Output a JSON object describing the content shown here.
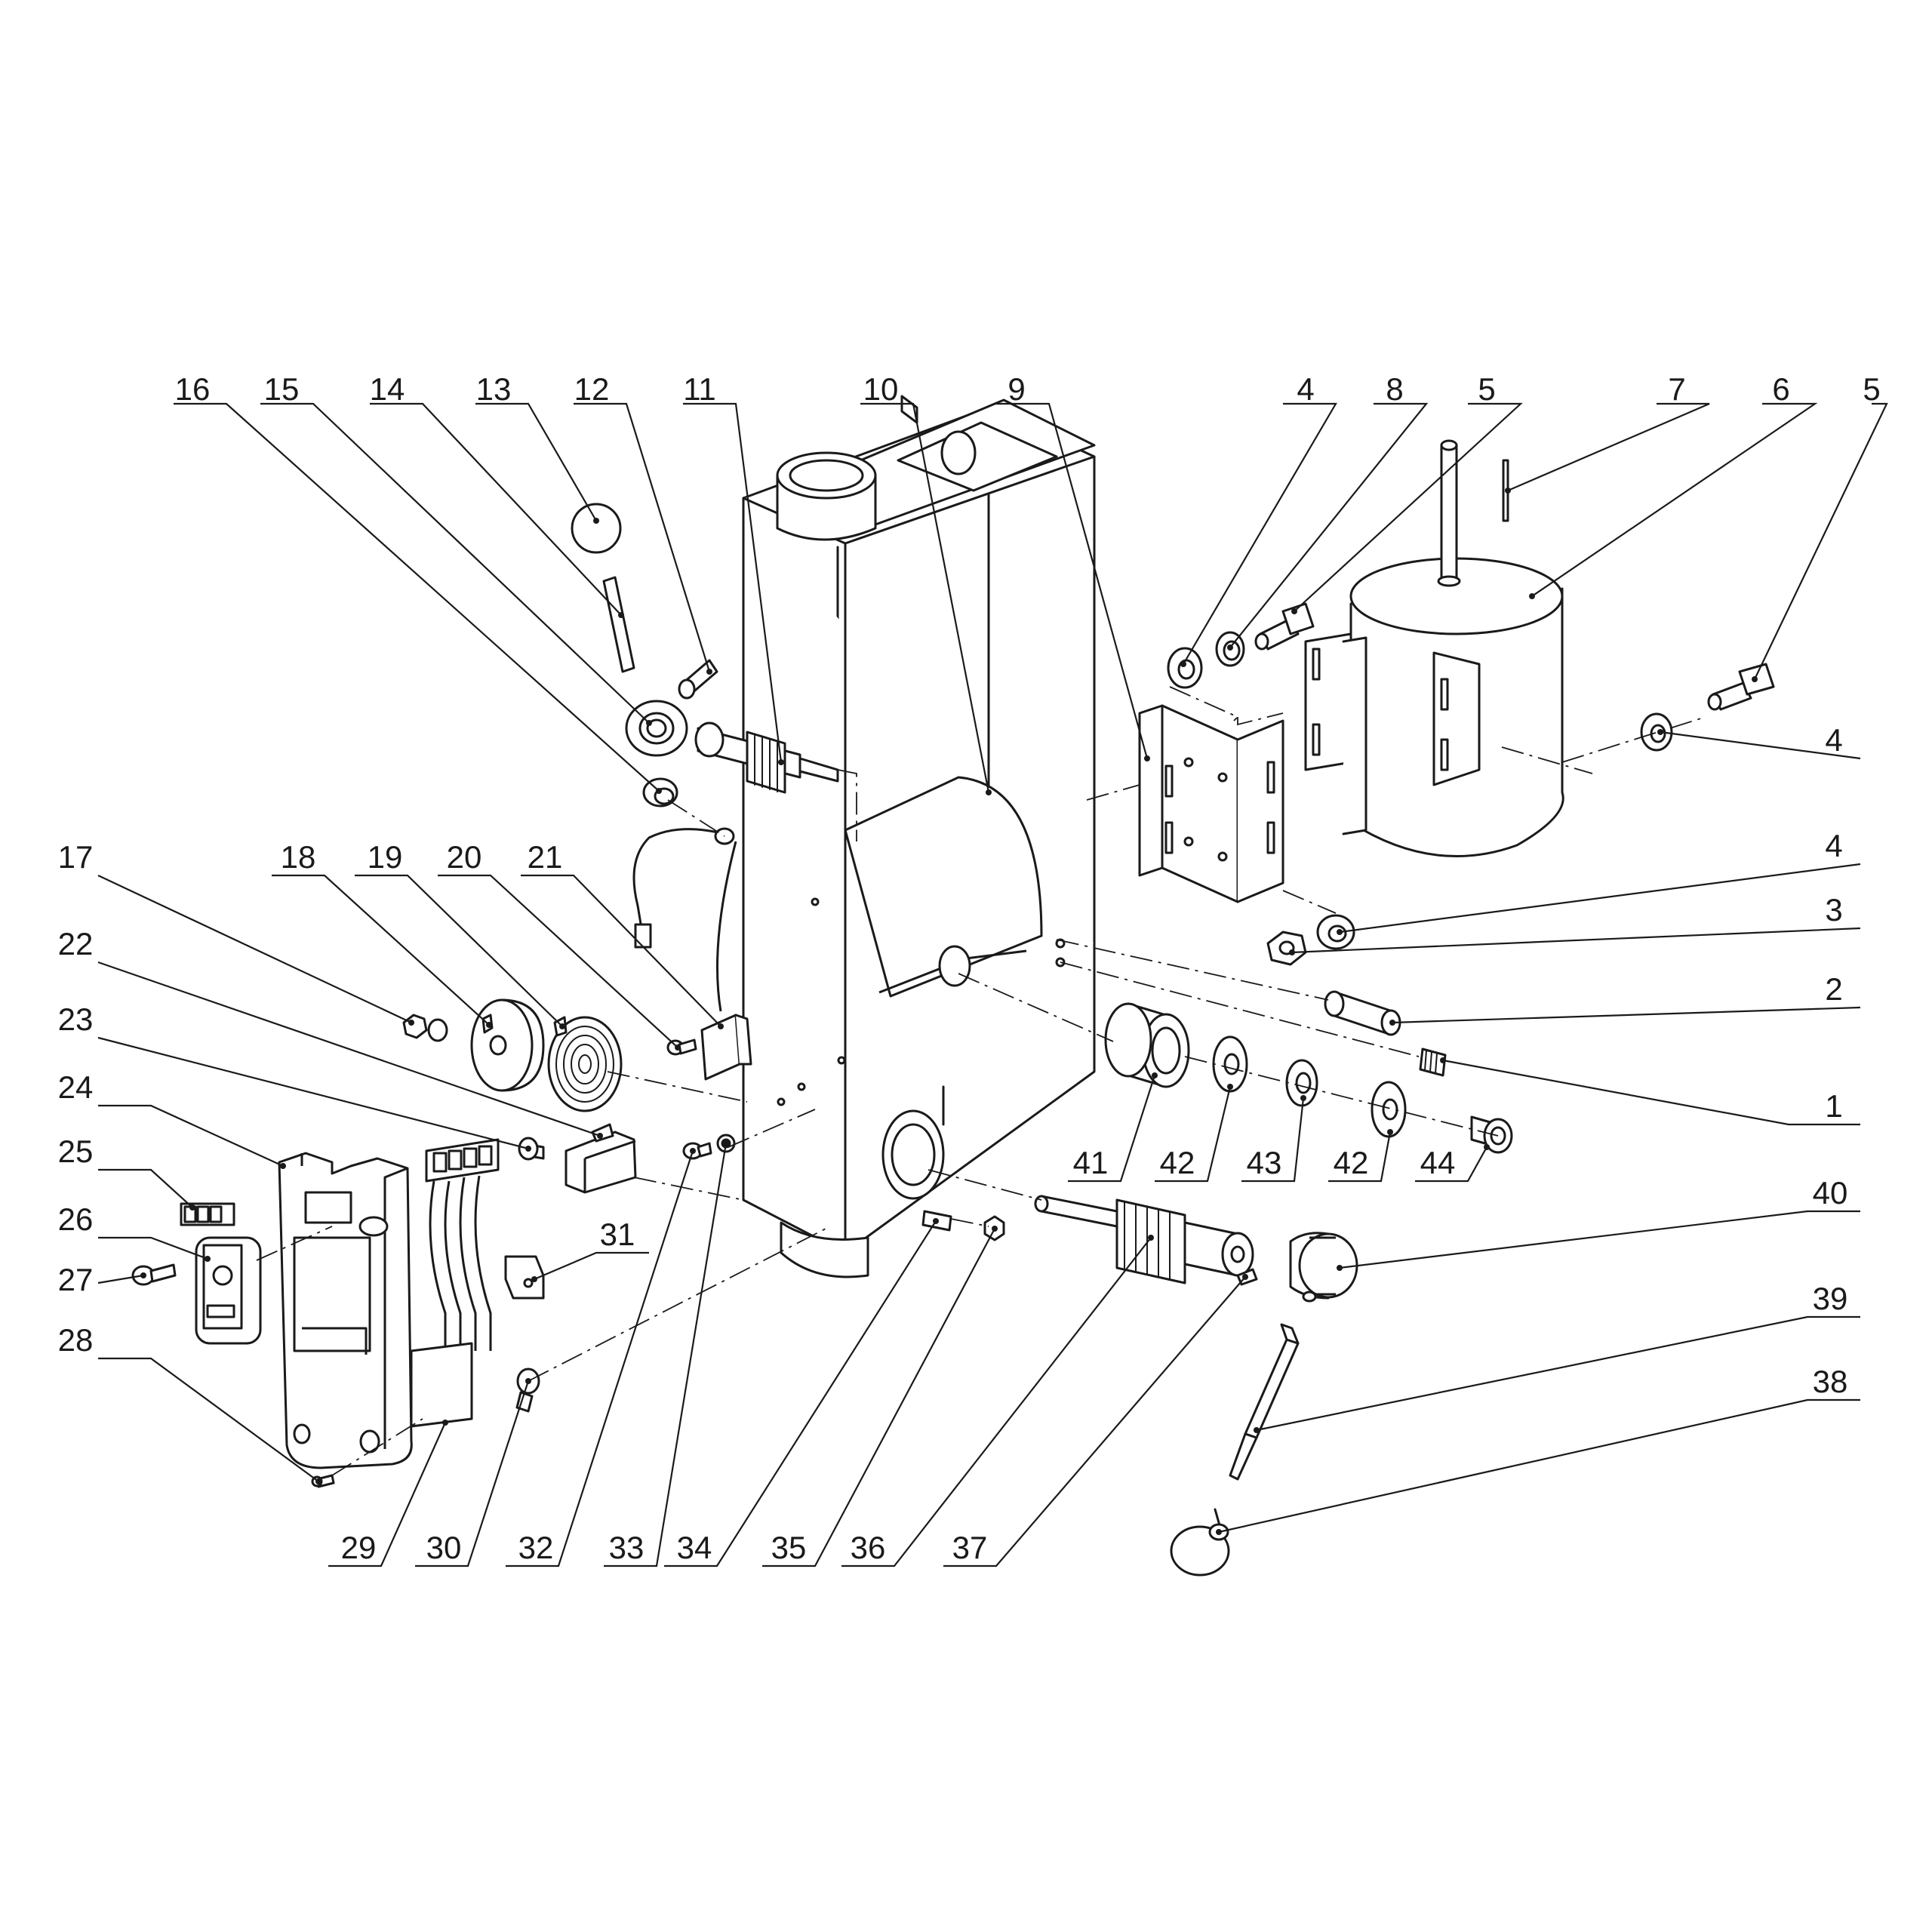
{
  "callouts": [
    {
      "id": "c16",
      "label": "16"
    },
    {
      "id": "c15",
      "label": "15"
    },
    {
      "id": "c14",
      "label": "14"
    },
    {
      "id": "c13",
      "label": "13"
    },
    {
      "id": "c12",
      "label": "12"
    },
    {
      "id": "c11",
      "label": "11"
    },
    {
      "id": "c10",
      "label": "10"
    },
    {
      "id": "c9",
      "label": "9"
    },
    {
      "id": "c4a",
      "label": "4"
    },
    {
      "id": "c8",
      "label": "8"
    },
    {
      "id": "c5a",
      "label": "5"
    },
    {
      "id": "c7",
      "label": "7"
    },
    {
      "id": "c6",
      "label": "6"
    },
    {
      "id": "c5b",
      "label": "5"
    },
    {
      "id": "c4b",
      "label": "4"
    },
    {
      "id": "c4c",
      "label": "4"
    },
    {
      "id": "c3",
      "label": "3"
    },
    {
      "id": "c2",
      "label": "2"
    },
    {
      "id": "c1",
      "label": "1"
    },
    {
      "id": "c17",
      "label": "17"
    },
    {
      "id": "c18",
      "label": "18"
    },
    {
      "id": "c19",
      "label": "19"
    },
    {
      "id": "c20",
      "label": "20"
    },
    {
      "id": "c21",
      "label": "21"
    },
    {
      "id": "c22",
      "label": "22"
    },
    {
      "id": "c23",
      "label": "23"
    },
    {
      "id": "c24",
      "label": "24"
    },
    {
      "id": "c25",
      "label": "25"
    },
    {
      "id": "c26",
      "label": "26"
    },
    {
      "id": "c27",
      "label": "27"
    },
    {
      "id": "c28",
      "label": "28"
    },
    {
      "id": "c31",
      "label": "31"
    },
    {
      "id": "c41",
      "label": "41"
    },
    {
      "id": "c42a",
      "label": "42"
    },
    {
      "id": "c43",
      "label": "43"
    },
    {
      "id": "c42b",
      "label": "42"
    },
    {
      "id": "c44",
      "label": "44"
    },
    {
      "id": "c40",
      "label": "40"
    },
    {
      "id": "c39",
      "label": "39"
    },
    {
      "id": "c38",
      "label": "38"
    },
    {
      "id": "c29",
      "label": "29"
    },
    {
      "id": "c30",
      "label": "30"
    },
    {
      "id": "c32",
      "label": "32"
    },
    {
      "id": "c33",
      "label": "33"
    },
    {
      "id": "c34",
      "label": "34"
    },
    {
      "id": "c35",
      "label": "35"
    },
    {
      "id": "c36",
      "label": "36"
    },
    {
      "id": "c37",
      "label": "37"
    }
  ]
}
